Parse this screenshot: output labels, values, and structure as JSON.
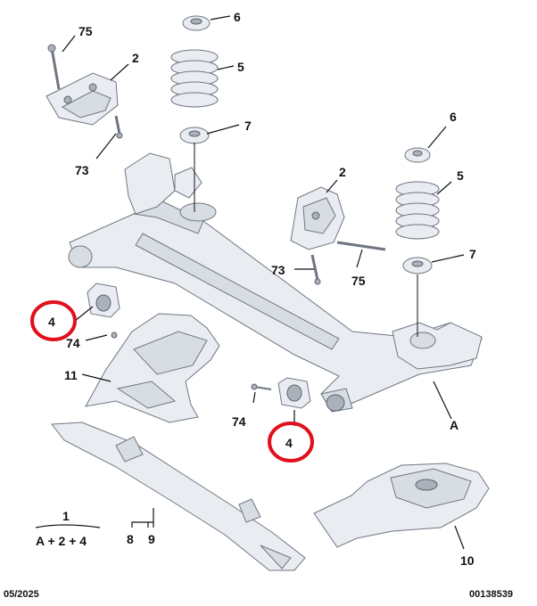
{
  "callouts": {
    "c75a": "75",
    "c2a": "2",
    "c73a": "73",
    "c6a": "6",
    "c5a": "5",
    "c7a": "7",
    "c6b": "6",
    "c5b": "5",
    "c7b": "7",
    "c2b": "2",
    "c73b": "73",
    "c75b": "75",
    "c4a": "4",
    "c74a": "74",
    "c11": "11",
    "c74b": "74",
    "c4b": "4",
    "cA": "A",
    "c1": "1",
    "c8": "8",
    "c9": "9",
    "c10": "10"
  },
  "formula": "A + 2 + 4",
  "footer": {
    "date": "05/2025",
    "ref": "00138539"
  },
  "colors": {
    "highlight": "#e0101c",
    "part": "#e9edf2",
    "outline": "#6f7680"
  }
}
